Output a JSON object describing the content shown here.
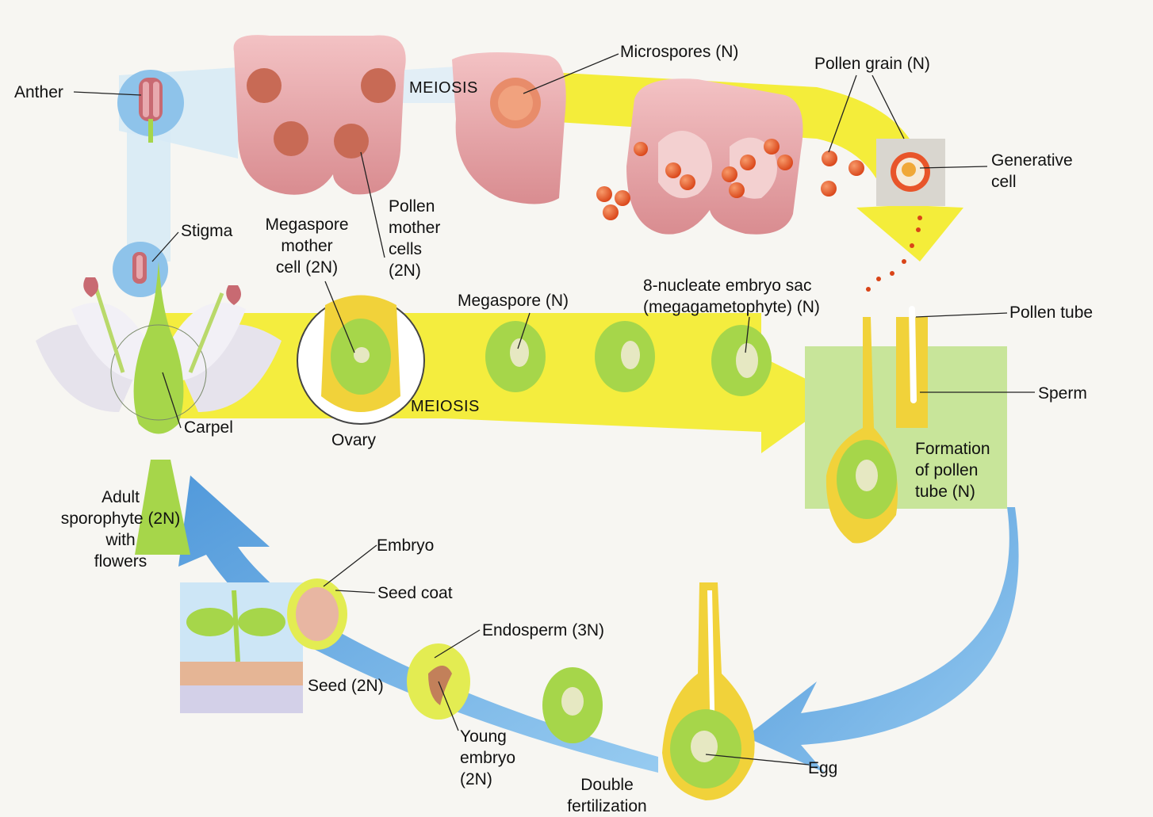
{
  "labels": {
    "anther": "Anther",
    "microspores": "Microspores (N)",
    "pollen_grain": "Pollen grain (N)",
    "generative_cell": [
      "Generative",
      "cell"
    ],
    "meiosis_top": "MEIOSIS",
    "stigma": "Stigma",
    "megaspore_mother_cell": [
      "Megaspore",
      "mother",
      "cell (2N)"
    ],
    "pollen_mother_cells": [
      "Pollen",
      "mother",
      "cells",
      "(2N)"
    ],
    "megaspore": "Megaspore (N)",
    "embryo_sac": [
      "8-nucleate embryo sac",
      "(megagametophyte) (N)"
    ],
    "pollen_tube": "Pollen tube",
    "sperm": "Sperm",
    "meiosis_bottom": "MEIOSIS",
    "carpel": "Carpel",
    "ovary": "Ovary",
    "formation": [
      "Formation",
      "of pollen",
      "tube (N)"
    ],
    "adult_sporophyte": [
      "Adult",
      "sporophyte (2N)",
      "with",
      "flowers"
    ],
    "embryo": "Embryo",
    "seed_coat": "Seed coat",
    "endosperm": "Endosperm (3N)",
    "seed": "Seed (2N)",
    "young_embryo": [
      "Young",
      "embryo",
      "(2N)"
    ],
    "double_fertilization": [
      "Double",
      "fertilization"
    ],
    "egg": "Egg"
  },
  "colors": {
    "yellow_arrow": "#f3ec2a",
    "blue_arrow": "#4d9ee0",
    "pollen": "#e8552a",
    "anther_pink": "#e8a0a4",
    "ovule_green": "#a6d64a",
    "ovary_yellow": "#f1d23a",
    "formation_box": "#c8e59a"
  }
}
